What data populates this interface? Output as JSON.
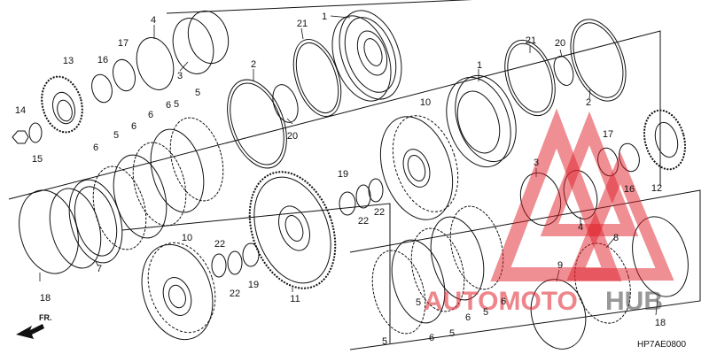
{
  "diagram": {
    "code": "HP7AE0800",
    "direction_label": "FR.",
    "callouts": [
      "1",
      "1",
      "2",
      "2",
      "3",
      "3",
      "4",
      "4",
      "5",
      "5",
      "5",
      "5",
      "5",
      "5",
      "5",
      "6",
      "6",
      "6",
      "6",
      "6",
      "6",
      "6",
      "7",
      "8",
      "9",
      "10",
      "10",
      "11",
      "12",
      "13",
      "14",
      "15",
      "16",
      "16",
      "17",
      "17",
      "18",
      "18",
      "19",
      "19",
      "20",
      "20",
      "21",
      "21",
      "22",
      "22",
      "22",
      "22"
    ]
  },
  "watermark": {
    "text_red": "AUTOMOTO",
    "text_dark": "HUB",
    "red": "#e0202a",
    "dark": "#444444"
  },
  "colors": {
    "line": "#111111",
    "background": "#ffffff"
  }
}
